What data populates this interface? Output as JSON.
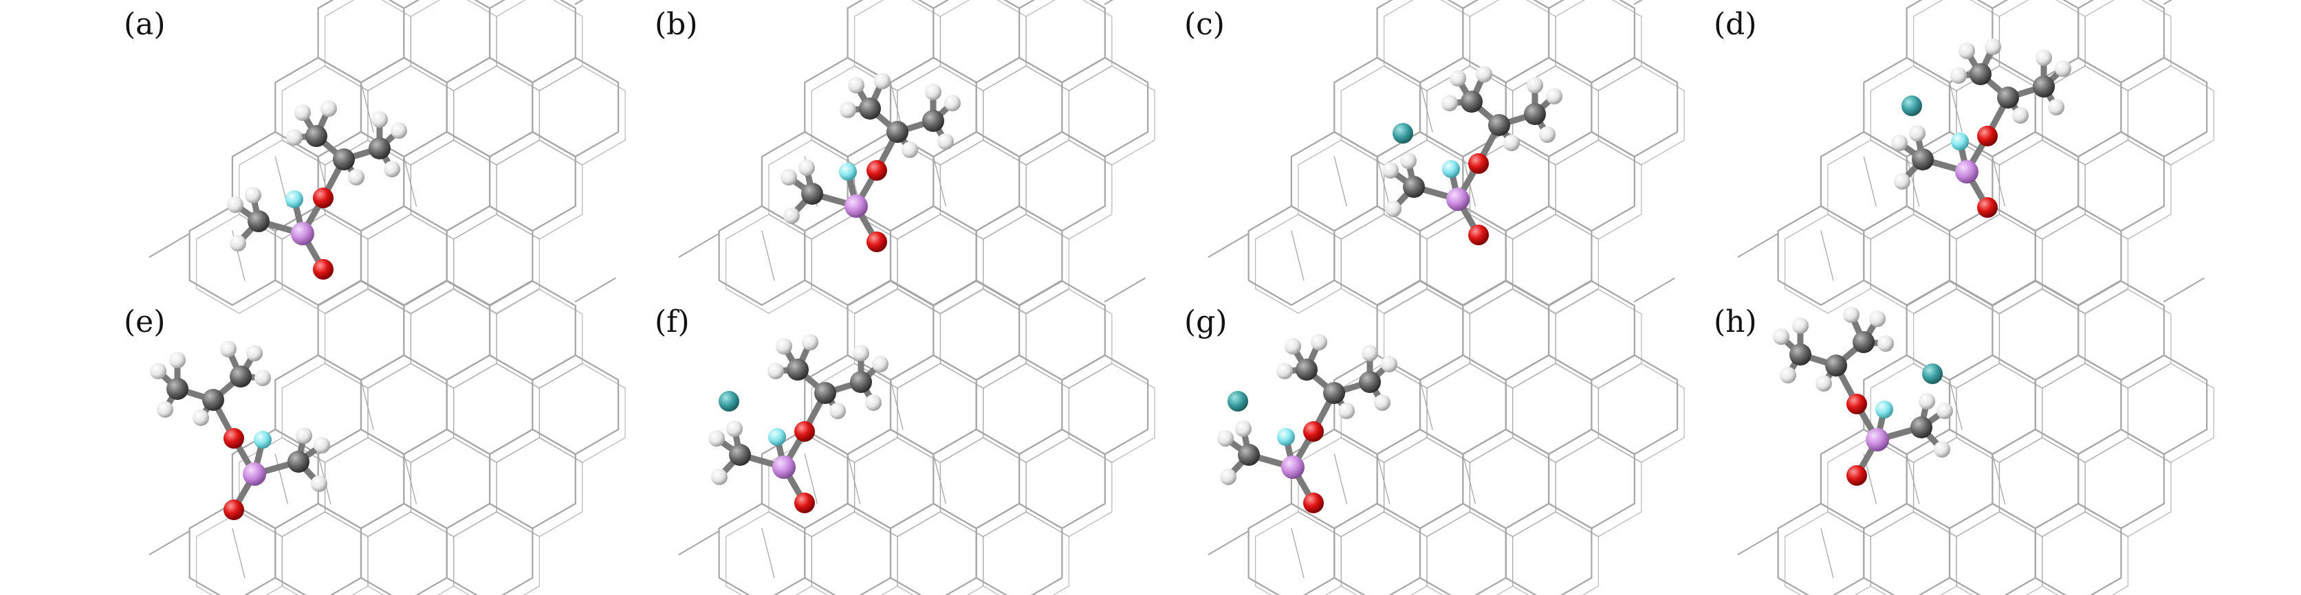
{
  "figure": {
    "panels": [
      {
        "id": "a",
        "label": "(a)",
        "structure": "methylphosphonofluoridate-on-lattice",
        "fluoride_detached": false
      },
      {
        "id": "b",
        "label": "(b)",
        "structure": "methylphosphonofluoridate-on-lattice",
        "fluoride_detached": false
      },
      {
        "id": "c",
        "label": "(c)",
        "structure": "methylphosphonofluoridate-on-lattice",
        "fluoride_detached": true
      },
      {
        "id": "d",
        "label": "(d)",
        "structure": "methylphosphonofluoridate-on-lattice",
        "fluoride_detached": true
      },
      {
        "id": "e",
        "label": "(e)",
        "structure": "methylphosphonofluoridate-on-lattice",
        "fluoride_detached": false
      },
      {
        "id": "f",
        "label": "(f)",
        "structure": "methylphosphonofluoridate-on-lattice",
        "fluoride_detached": true
      },
      {
        "id": "g",
        "label": "(g)",
        "structure": "methylphosphonofluoridate-on-lattice",
        "fluoride_detached": true
      },
      {
        "id": "h",
        "label": "(h)",
        "structure": "methylphosphonofluoridate-on-lattice",
        "fluoride_detached": true
      }
    ],
    "colors": {
      "lattice": "#a6a6a6",
      "carbon": "#606060",
      "hydrogen": "#f2f2f2",
      "oxygen": "#e01515",
      "phosphorus": "#cc8de0",
      "fluorine": "#7fe8ee",
      "fluoride_adsorbed": "#3a9ea0"
    }
  }
}
